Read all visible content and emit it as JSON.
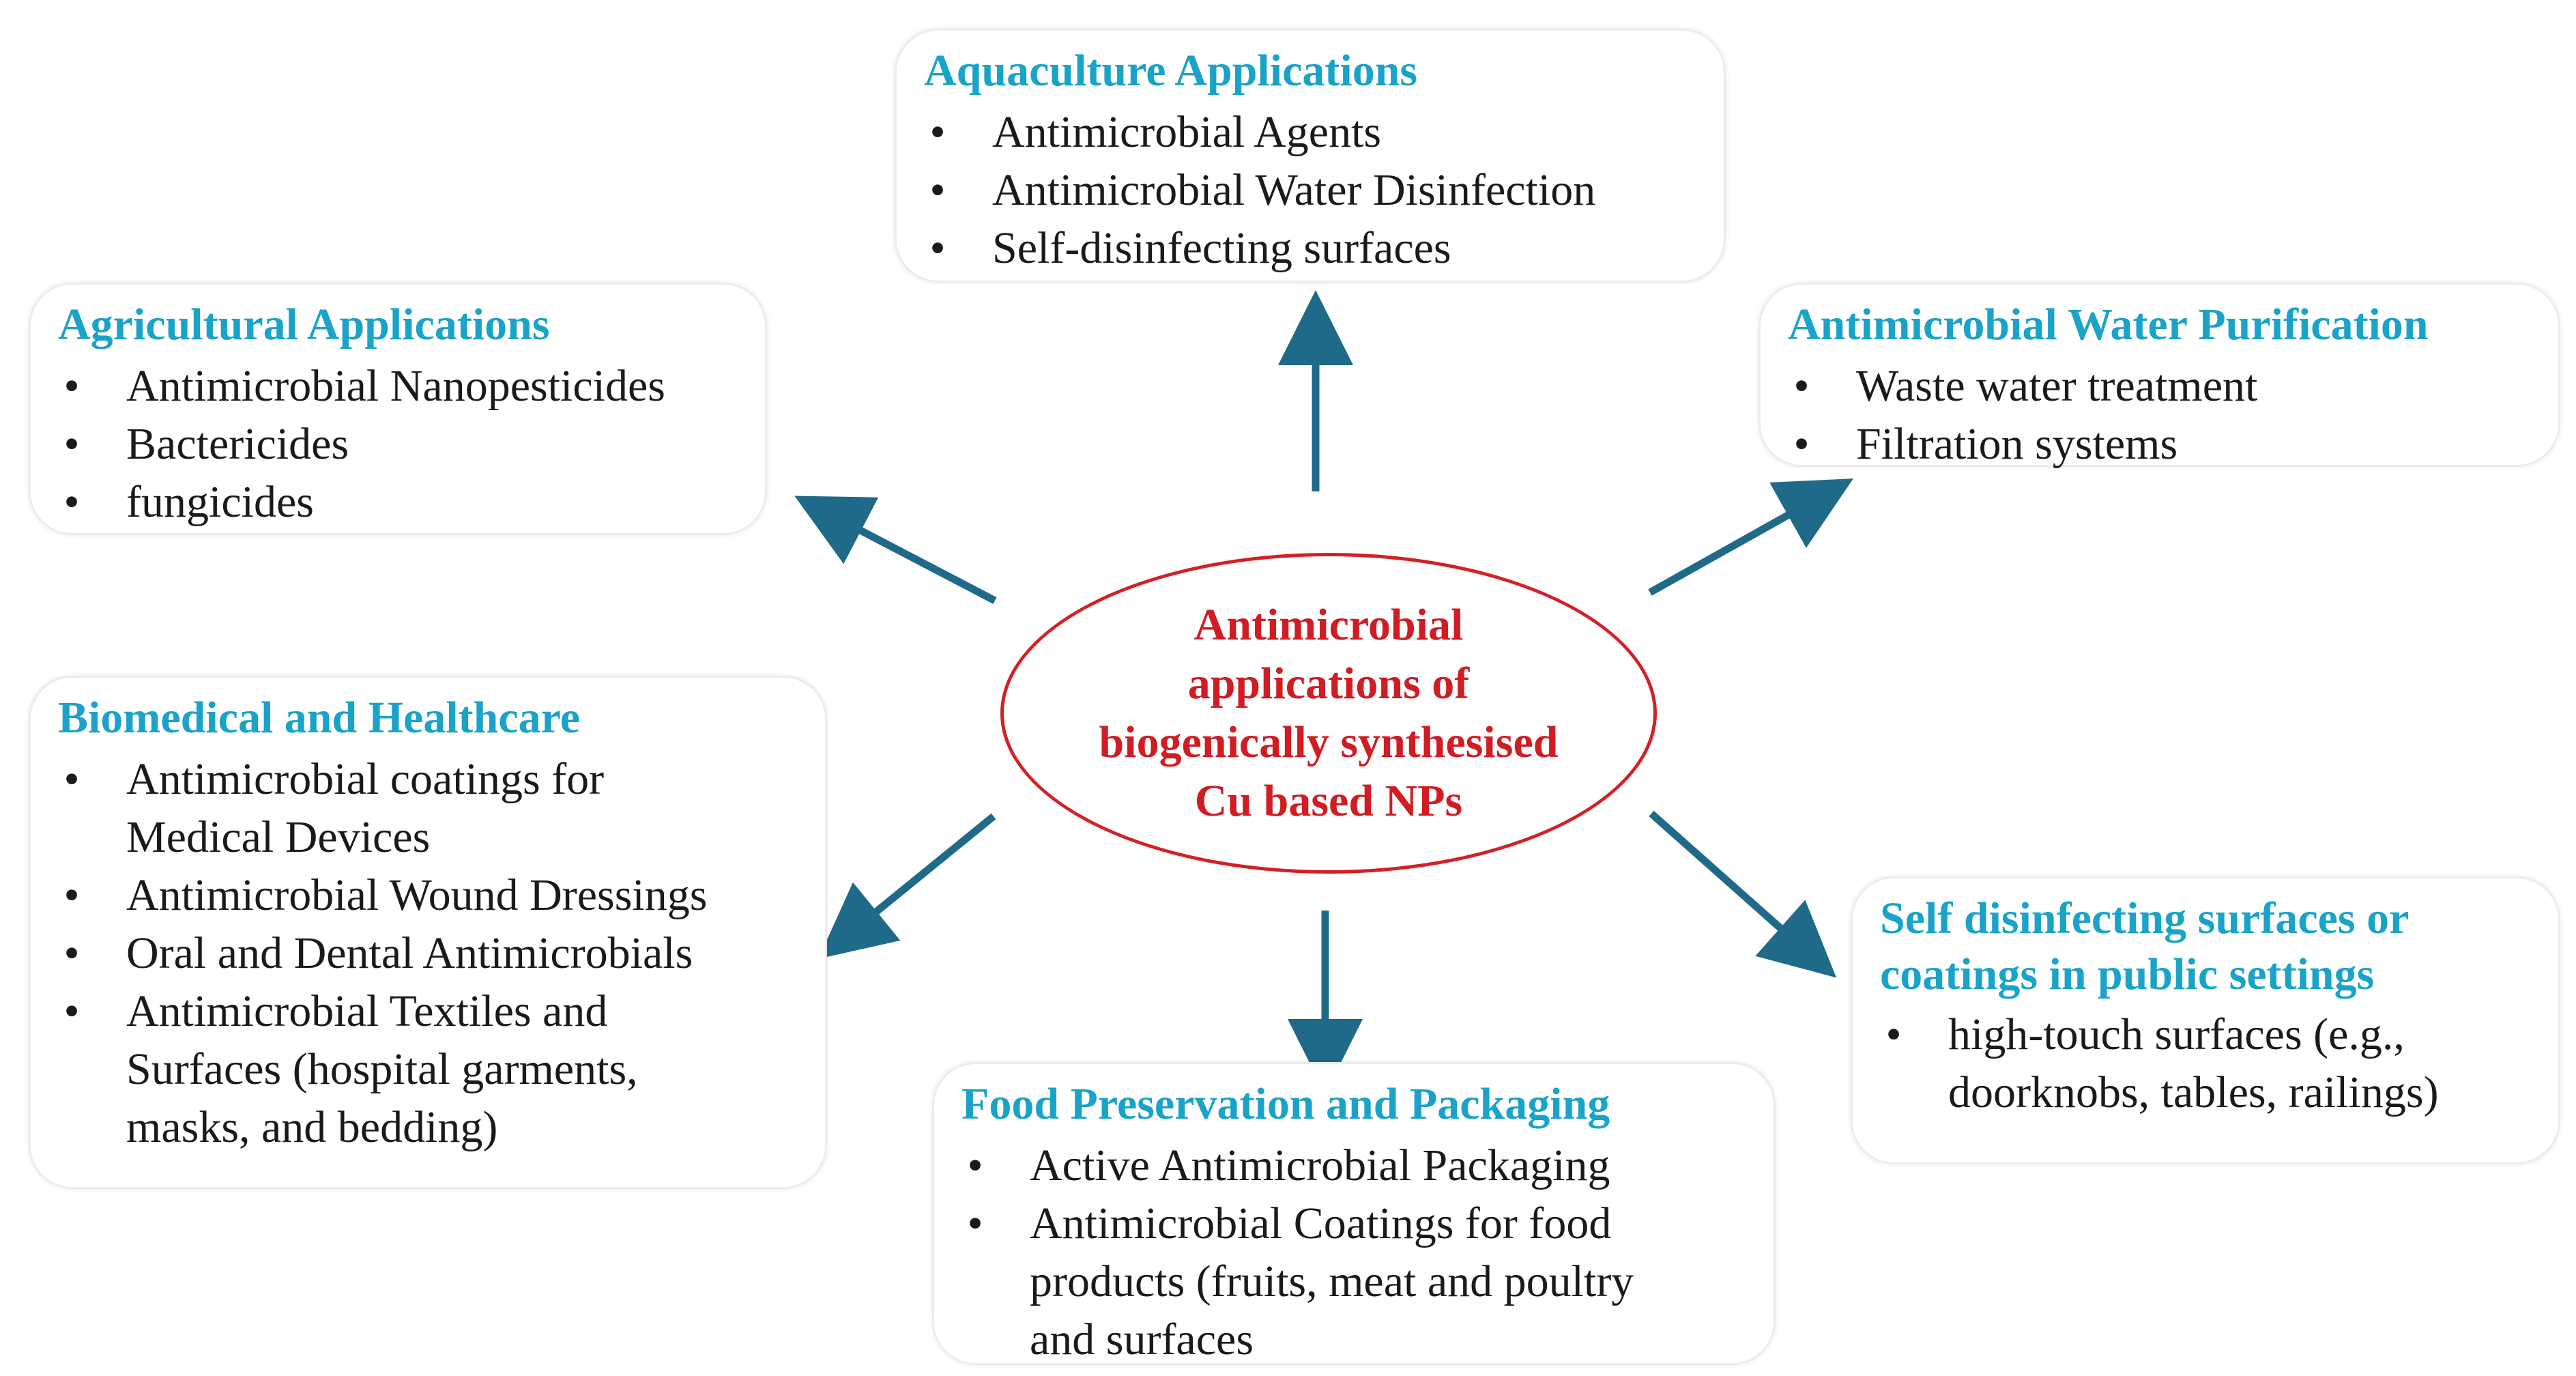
{
  "center": {
    "lines": [
      "Antimicrobial",
      "applications of",
      "biogenically synthesised",
      "Cu based NPs"
    ]
  },
  "boxes": {
    "aquaculture": {
      "title": "Aquaculture Applications",
      "items": [
        "Antimicrobial Agents",
        "Antimicrobial Water Disinfection",
        " Self-disinfecting surfaces"
      ]
    },
    "agricultural": {
      "title": "Agricultural Applications",
      "items": [
        "Antimicrobial Nanopesticides",
        "Bactericides",
        "fungicides"
      ]
    },
    "water_purification": {
      "title": "Antimicrobial Water Purification",
      "items": [
        "Waste water treatment",
        "Filtration systems"
      ]
    },
    "biomedical": {
      "title": "Biomedical and Healthcare",
      "items": [
        " Antimicrobial coatings for",
        "Medical Devices",
        "Antimicrobial Wound Dressings",
        "Oral and Dental Antimicrobials",
        "Antimicrobial Textiles and",
        "Surfaces (hospital garments,",
        "masks, and bedding)"
      ]
    },
    "self_disinfecting": {
      "title_line1": "Self disinfecting surfaces or",
      "title_line2": "coatings in public settings",
      "items": [
        "high-touch surfaces (e.g.,",
        "doorknobs, tables, railings)"
      ]
    },
    "food": {
      "title": "Food Preservation and Packaging",
      "items": [
        "Active Antimicrobial Packaging",
        "Antimicrobial Coatings for food",
        "products (fruits, meat and poultry",
        "and surfaces"
      ]
    }
  },
  "bullet_char": "•",
  "colors": {
    "heading": "#1aa3c9",
    "center_text": "#d01c23",
    "oval_border": "#d32027",
    "arrow": "#1f6a88"
  }
}
